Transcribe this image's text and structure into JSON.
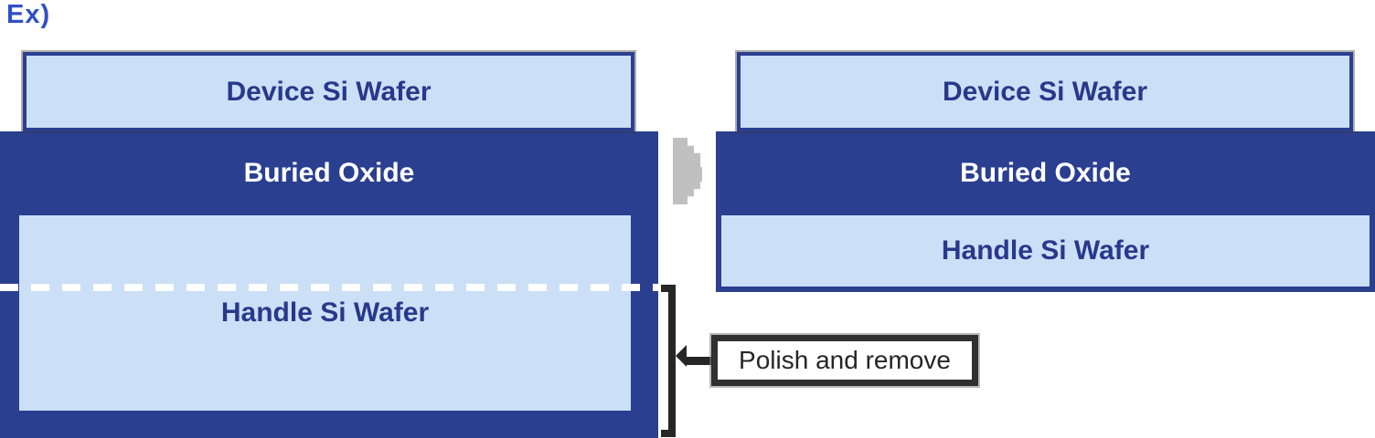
{
  "page": {
    "example_label": "Ex)",
    "background_color": "#ffffff"
  },
  "colors": {
    "dark_blue": "#2b3f90",
    "light_blue": "#cbdff7",
    "wafer_text_blue": "#28388a",
    "buried_text_white": "#ffffff",
    "arrow_gray": "#c0c0c0",
    "annotation_ink": "#262626",
    "example_label_blue": "#2f4fc8",
    "callout_background": "#ffffff"
  },
  "wafer_before": {
    "device_label": "Device Si Wafer",
    "buried_label": "Buried Oxide",
    "handle_label": "Handle Si Wafer"
  },
  "wafer_after": {
    "device_label": "Device Si Wafer",
    "buried_label": "Buried Oxide",
    "handle_label": "Handle Si Wafer"
  },
  "annotation": {
    "polish_label": "Polish and remove"
  },
  "icons": {
    "transform_arrow": "right-arrow",
    "removal_bracket": "right-square-bracket",
    "connector": "left-pointing-arrow"
  }
}
